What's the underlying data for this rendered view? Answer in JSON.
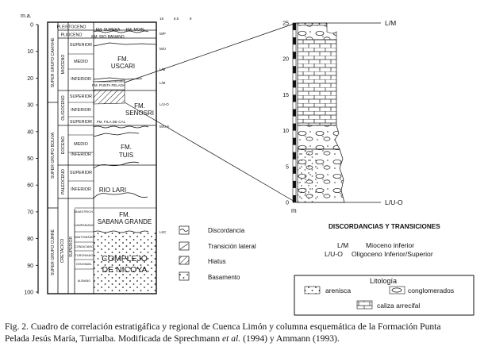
{
  "left_chart": {
    "unit": "m.a.",
    "depth_ticks": [
      "0",
      "10",
      "20",
      "30",
      "40",
      "50",
      "60",
      "70",
      "80",
      "90",
      "100"
    ],
    "supergroups": [
      "SUPER GRUPO CAHIVHE",
      "SUPER GRUPO BOLIVA",
      "SUPER GRUPO CURRÉ"
    ],
    "eras": [
      {
        "label": "PLEISTOCENO"
      },
      {
        "label": "PLIOCENO"
      },
      {
        "label": "MIOCENO"
      },
      {
        "label": "OLIGOCENO"
      },
      {
        "label": "EOCENO"
      },
      {
        "label": "PALEOCENO"
      },
      {
        "label": "CRETÁCICO"
      }
    ],
    "cretaceous_sub": "SUPERIOR",
    "stages": [
      {
        "label": "SUPERIOR"
      },
      {
        "label": "MEDIO"
      },
      {
        "label": "INFERIOR"
      },
      {
        "label": "SUPERIOR"
      },
      {
        "label": "INFERIOR"
      },
      {
        "label": "SUPERIOR"
      },
      {
        "label": "MEDIO"
      },
      {
        "label": "INFERIOR"
      },
      {
        "label": "SUPERIOR"
      },
      {
        "label": "INFERIOR"
      },
      {
        "label": "MAASTRICH."
      },
      {
        "label": "CAMPANIANO"
      },
      {
        "label": "SANTONIANO"
      },
      {
        "label": "CONIACIANO"
      },
      {
        "label": "TURONIANO"
      },
      {
        "label": "CENOMAN."
      },
      {
        "label": "ALBIANO"
      }
    ],
    "formations": [
      {
        "label": "FM. SUPERA"
      },
      {
        "label": "FM. MOIN"
      },
      {
        "label": "FM. RIO BANANO"
      },
      {
        "label": "FM."
      },
      {
        "label": "USCARI"
      },
      {
        "label": "FM. PUNTA PELADA"
      },
      {
        "label": "FM."
      },
      {
        "label": "SENOSRI"
      },
      {
        "label": "FM. FILA DE CAL"
      },
      {
        "label": "FM."
      },
      {
        "label": "TUIS"
      },
      {
        "label": "RIO LARI"
      },
      {
        "label": "FM."
      },
      {
        "label": "SABANA GRANDE"
      },
      {
        "label": "COMPLEJO"
      },
      {
        "label": "DE NICOYA"
      }
    ],
    "right_marks": [
      {
        "label": "18"
      },
      {
        "label": "8.5"
      },
      {
        "label": "9"
      },
      {
        "label": "M/P"
      },
      {
        "label": "M/U"
      },
      {
        "label": "L/M"
      },
      {
        "label": "L/M"
      },
      {
        "label": "L/U-O"
      },
      {
        "label": "M/U-E"
      },
      {
        "label": "LKC"
      }
    ]
  },
  "legend": [
    {
      "label": "Discordancia"
    },
    {
      "label": "Transición lateral"
    },
    {
      "label": "Hiatus"
    },
    {
      "label": "Basamento"
    }
  ],
  "column": {
    "ticks": [
      "25",
      "20",
      "15",
      "10",
      "5",
      "0"
    ],
    "unit": "m",
    "top_label": "L/M",
    "bottom_label": "L/U-O"
  },
  "discordancias": {
    "title": "DISCORDANCIAS Y TRANSICIONES",
    "rows": [
      {
        "code": "L/M",
        "desc": "Mioceno inferior"
      },
      {
        "code": "L/U-O",
        "desc": "Oligoceno Inferior/Superior"
      }
    ]
  },
  "litologia": {
    "title": "Litología",
    "items": [
      {
        "label": "arenisca"
      },
      {
        "label": "conglomerados"
      },
      {
        "label": "caliza arrecifal"
      }
    ]
  },
  "caption": {
    "line1": "Fig. 2.  Cuadro de correlación estratigáfica y regional de Cuenca Limón y columna esquemática de la Formación Punta",
    "line2a": "Pelada Jesús María, Turrialba.  Modificada de Sprechmann ",
    "line2b": "et al.",
    "line2c": " (1994) y Ammann (1993)."
  }
}
